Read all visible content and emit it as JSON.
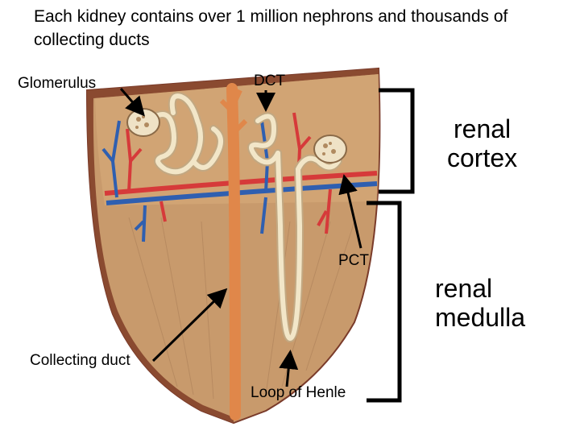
{
  "title": "Each kidney contains over 1 million nephrons and thousands of collecting ducts",
  "labels": {
    "glomerulus": "Glomerulus",
    "dct": "DCT",
    "pct": "PCT",
    "collecting_duct": "Collecting duct",
    "loop_of_henle": "Loop of Henle",
    "renal_cortex_line1": "renal",
    "renal_cortex_line2": "cortex",
    "renal_medulla_line1": "renal",
    "renal_medulla_line2": "medulla"
  },
  "colors": {
    "tissue": "#c89a6c",
    "tissue_dark": "#a87b55",
    "capsule": "#7a3b2a",
    "artery": "#d63a3a",
    "vein": "#2f5fb0",
    "tubule": "#f2e6c8",
    "collecting_duct": "#e0874a",
    "glomerulus": "#efe2c6"
  }
}
